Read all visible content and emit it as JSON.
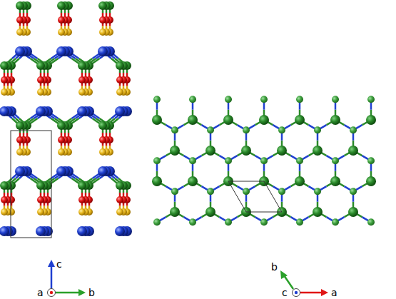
{
  "diagram": {
    "labels": [
      "c",
      "a",
      "b",
      "b",
      "c",
      "a"
    ]
  }
}
